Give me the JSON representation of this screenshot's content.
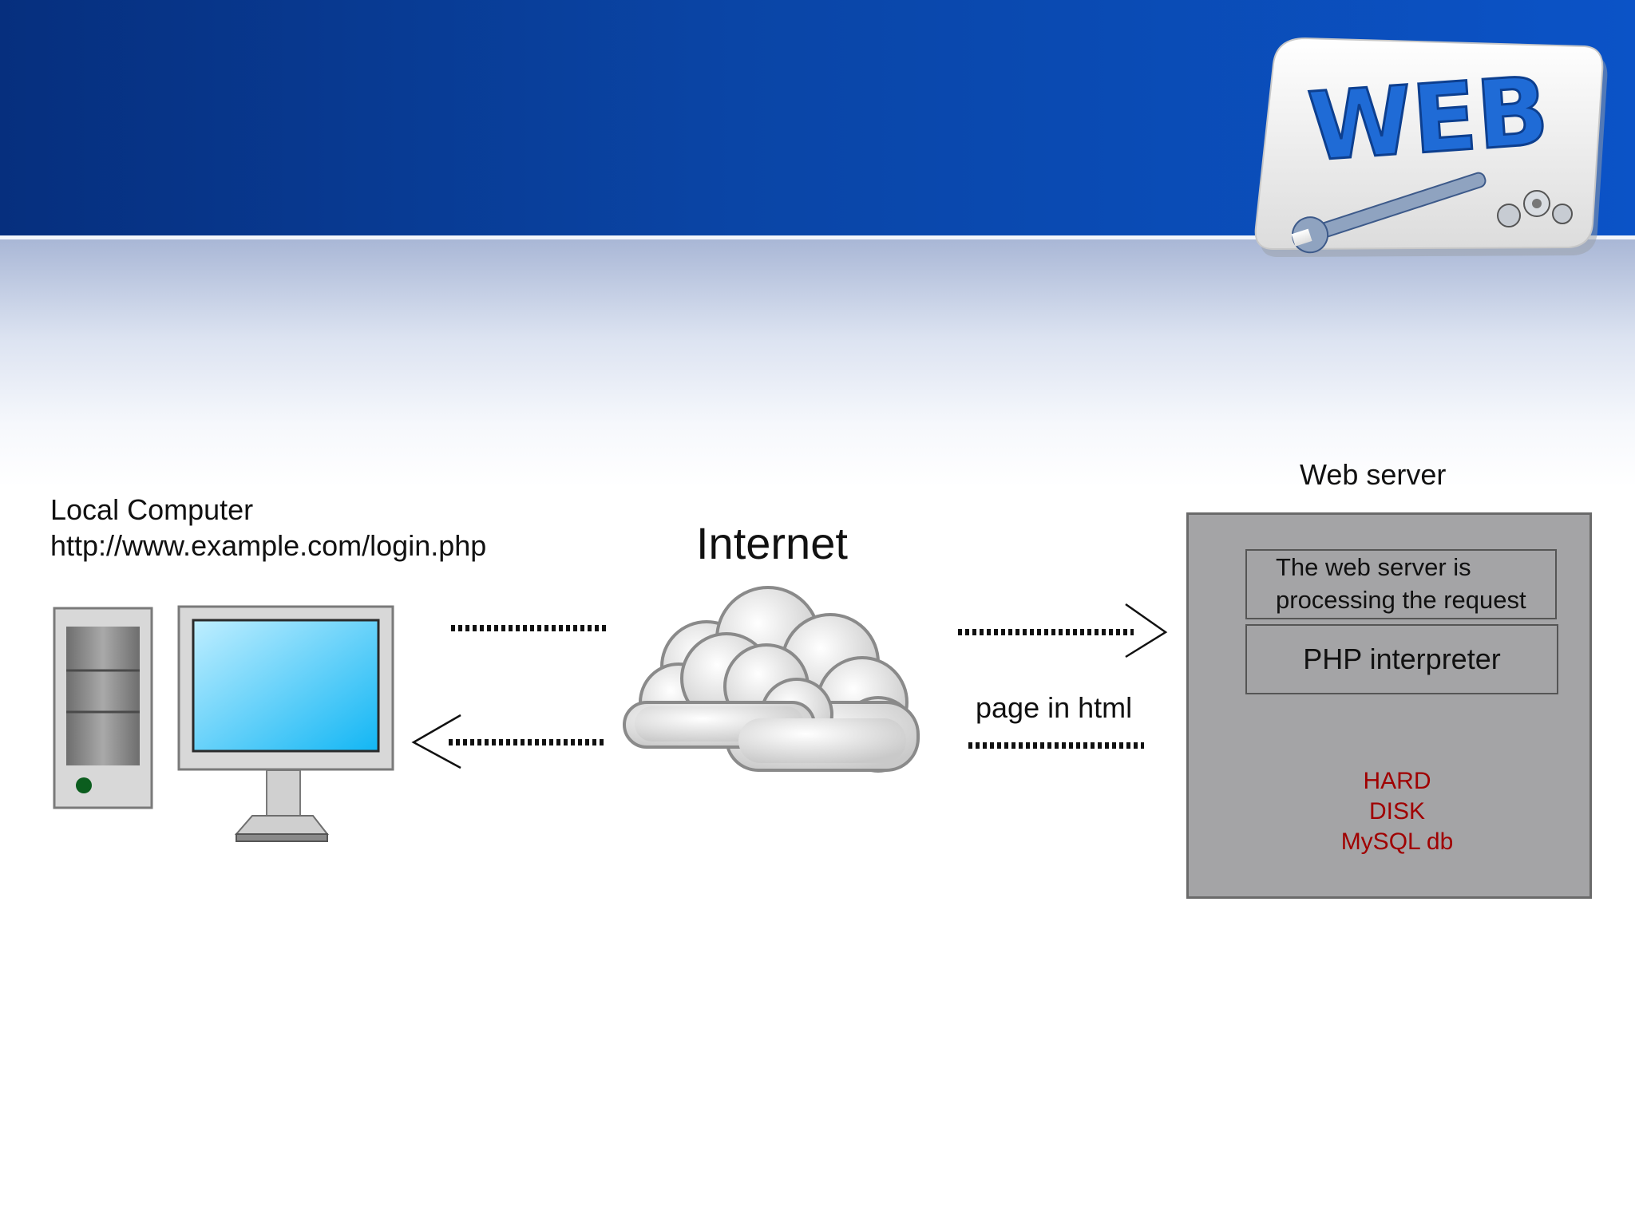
{
  "header": {
    "logo_text": "WEB",
    "colors": {
      "band": "#0a45a6",
      "logo_blue": "#1f6bd6"
    }
  },
  "diagram": {
    "local_computer": {
      "title": "Local Computer",
      "url": "http://www.example.com/login.php",
      "icons": [
        "desktop-tower-icon",
        "monitor-icon"
      ]
    },
    "internet": {
      "label": "Internet",
      "icon": "cloud-icon"
    },
    "arrows": {
      "request": {
        "direction": "to-server"
      },
      "response": {
        "label": "page in html",
        "direction": "to-client"
      }
    },
    "web_server": {
      "title": "Web server",
      "processing_text": [
        "The web server is",
        "processing the request"
      ],
      "interpreter": "PHP interpreter",
      "database": {
        "lines": [
          "HARD",
          "DISK",
          "MySQL db"
        ],
        "color": "#ff0000"
      }
    }
  }
}
